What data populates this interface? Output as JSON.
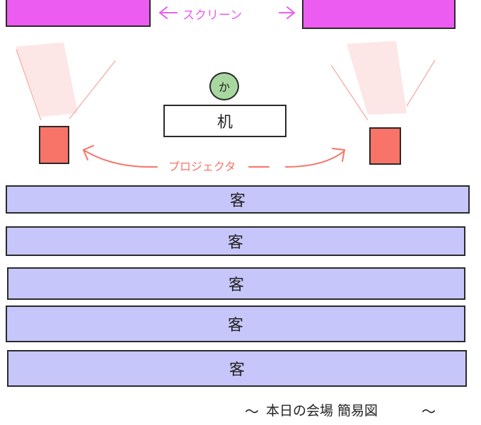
{
  "screen_label": "スクリーン",
  "speaker_label": "か",
  "desk_label": "机",
  "projector_label": "プロジェクタ",
  "seats": [
    "客",
    "客",
    "客",
    "客",
    "客"
  ],
  "footer_title": "本日の会場 簡易図",
  "tilde": "〜",
  "colors": {
    "screen": "#ec5cf0",
    "projector": "#f87368",
    "seat": "#c6c6fa",
    "speaker": "#a8d8a0"
  }
}
